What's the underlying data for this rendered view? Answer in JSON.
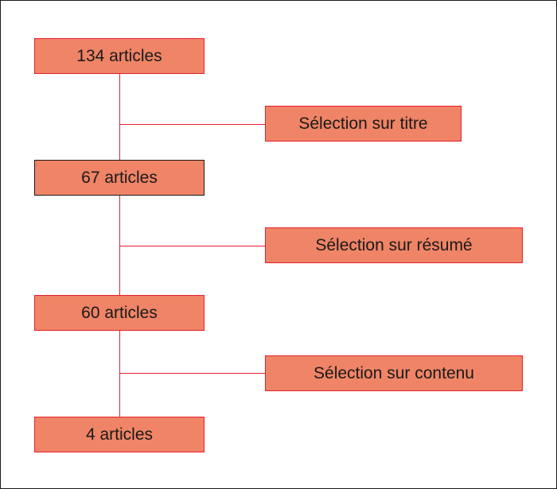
{
  "diagram": {
    "colors": {
      "box_fill": "#ef8466",
      "connector": "#e8202e",
      "frame": "#1a1a1a"
    },
    "steps": [
      {
        "label": "134 articles"
      },
      {
        "label": "67 articles"
      },
      {
        "label": "60 articles"
      },
      {
        "label": "4 articles"
      }
    ],
    "filters": [
      {
        "label": "Sélection sur titre"
      },
      {
        "label": "Sélection sur résumé"
      },
      {
        "label": "Sélection sur contenu"
      }
    ]
  }
}
